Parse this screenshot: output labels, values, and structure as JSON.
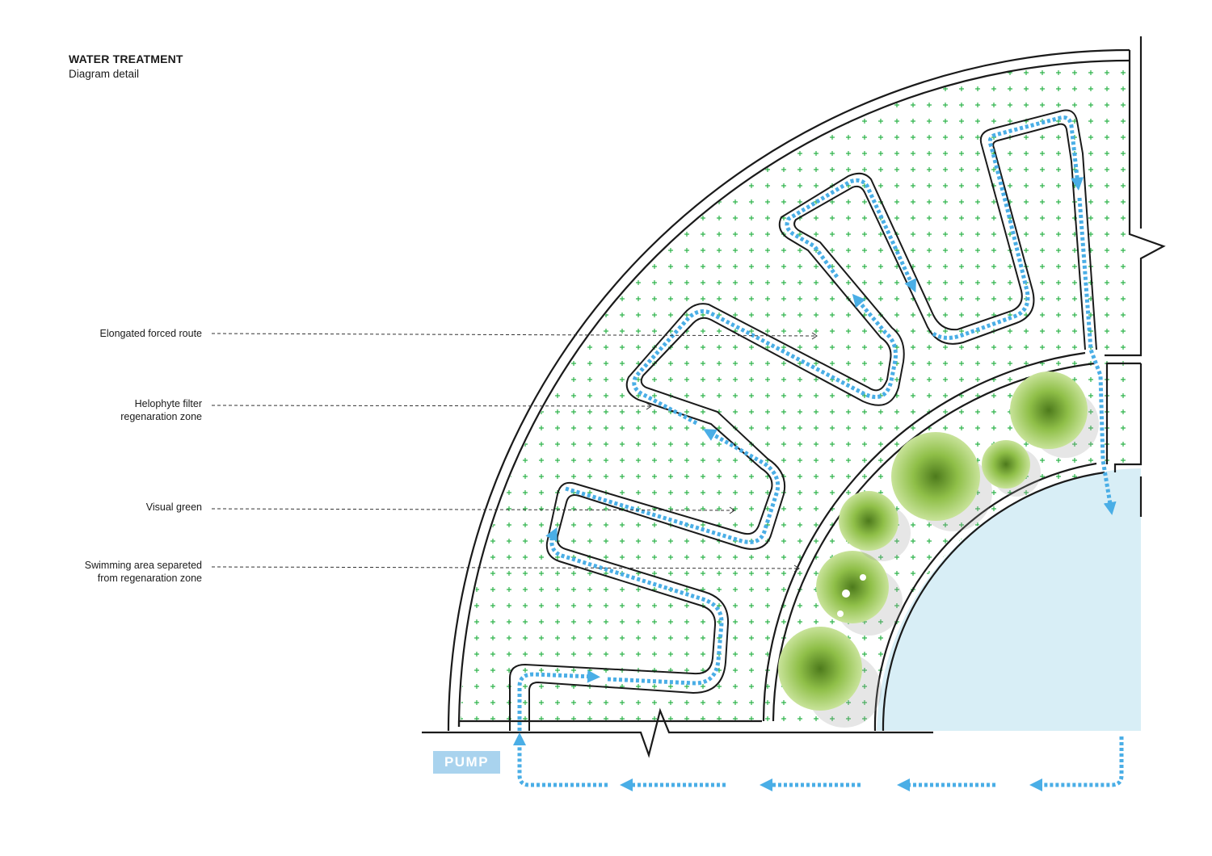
{
  "header": {
    "title": "WATER TREATMENT",
    "subtitle": "Diagram detail"
  },
  "labels": [
    {
      "key": "route",
      "lines": [
        "Elongated forced route"
      ]
    },
    {
      "key": "helophyte",
      "lines": [
        "Helophyte filter",
        "regenaration zone"
      ]
    },
    {
      "key": "green",
      "lines": [
        "Visual green"
      ]
    },
    {
      "key": "swim",
      "lines": [
        "Swimming area separeted",
        "from regenaration zone"
      ]
    }
  ],
  "pump": {
    "label": "PUMP"
  },
  "colors": {
    "flow": "#4aaee6",
    "plant_marks": "#2db34a",
    "water": "#d8eef6",
    "walls": "#1a1a1a",
    "pump_fill": "#a9d3ee"
  },
  "icons": [
    "tree-icon",
    "flow-arrow-icon"
  ]
}
